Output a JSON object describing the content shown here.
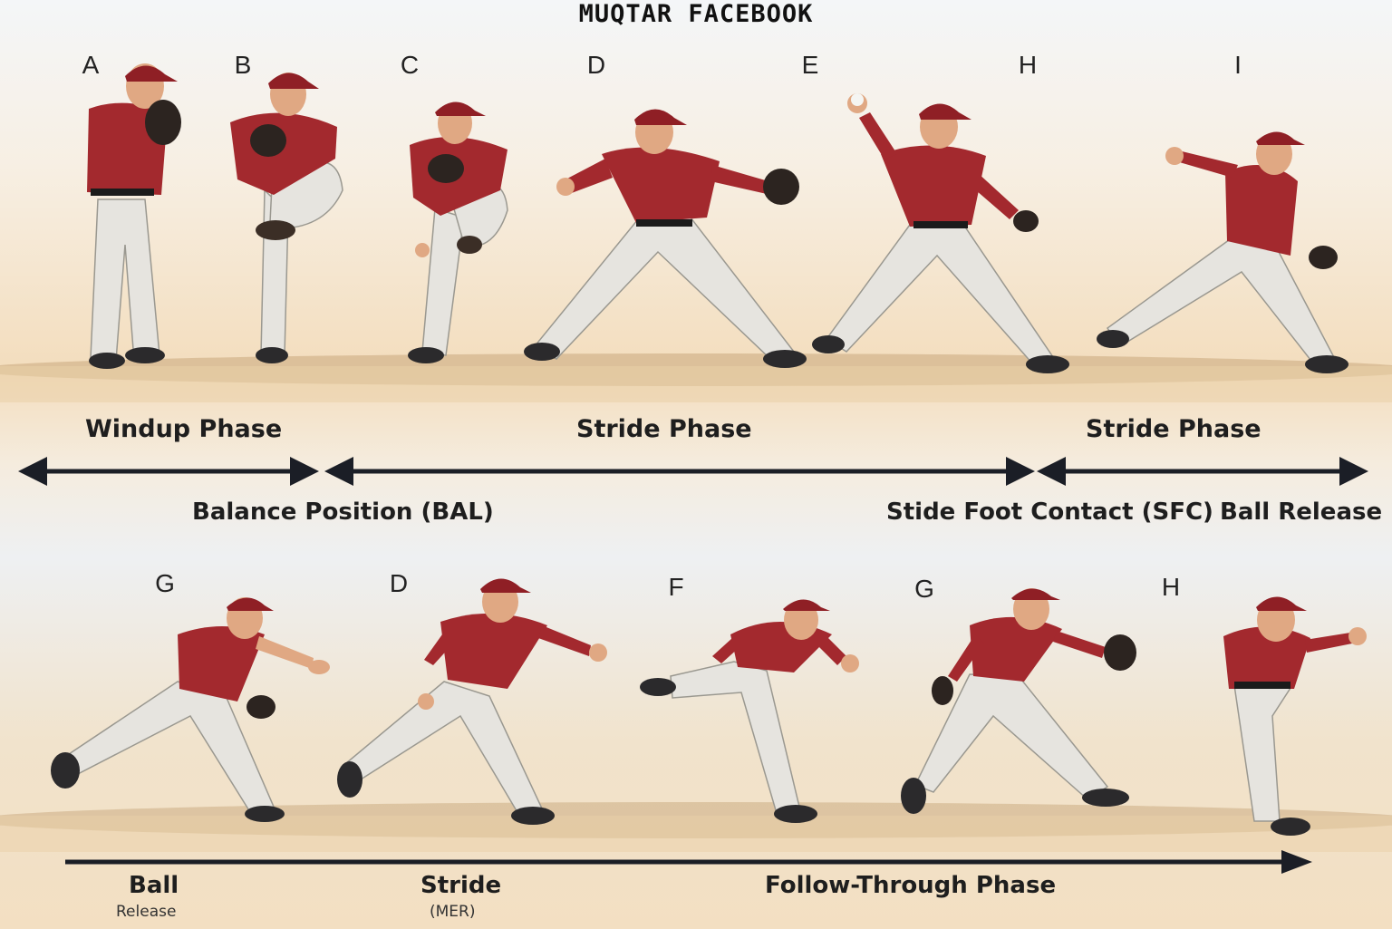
{
  "watermark": "MUQTAR FACEBOOK",
  "top_row": {
    "letters": [
      "A",
      "B",
      "C",
      "D",
      "E",
      "H",
      "I"
    ],
    "phase_labels": [
      "Windup Phase",
      "Stride Phase",
      "Stride Phase"
    ],
    "event_labels": [
      "Balance Position (BAL)",
      "Stide Foot Contact (SFC)",
      "Ball Release"
    ]
  },
  "bottom_row": {
    "letters": [
      "G",
      "D",
      "F",
      "G",
      "H"
    ],
    "labels": {
      "ball": "Ball",
      "ball_sub": "Release",
      "stride": "Stride",
      "stride_sub": "(MER)",
      "follow": "Follow-Through Phase"
    }
  },
  "colors": {
    "jersey": "#a3292e",
    "pants": "#e6e4df",
    "skin": "#e0a883",
    "cap": "#8f1f25",
    "glove": "#2c2420",
    "arrow": "#1b1e26",
    "dirt": "#c8a77c"
  }
}
